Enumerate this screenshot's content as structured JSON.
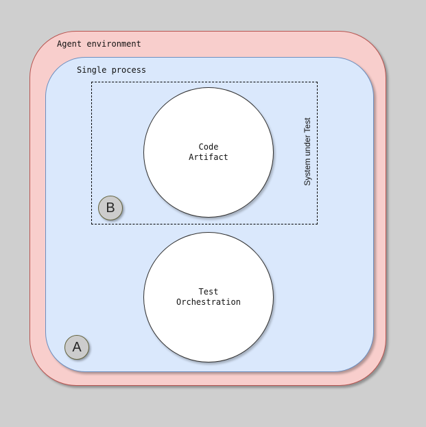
{
  "colors": {
    "page_bg": "#cfcfcf",
    "agent_fill": "#f8cecc",
    "agent_stroke": "#b85450",
    "process_fill": "#dae8fc",
    "process_stroke": "#6c8ebf",
    "circle_fill": "#ffffff",
    "circle_stroke": "#2e2e2e",
    "badge_fill": "#cccccc",
    "badge_stroke": "#62623c"
  },
  "diagram": {
    "agent_environment": {
      "label": "Agent environment"
    },
    "single_process": {
      "label": "Single process"
    },
    "system_under_test": {
      "label": "System under Test"
    },
    "code_artifact": {
      "line1": "Code",
      "line2": "Artifact"
    },
    "test_orchestration": {
      "line1": "Test",
      "line2": "Orchestration"
    },
    "badge_b": {
      "label": "B"
    },
    "badge_a": {
      "label": "A"
    }
  }
}
